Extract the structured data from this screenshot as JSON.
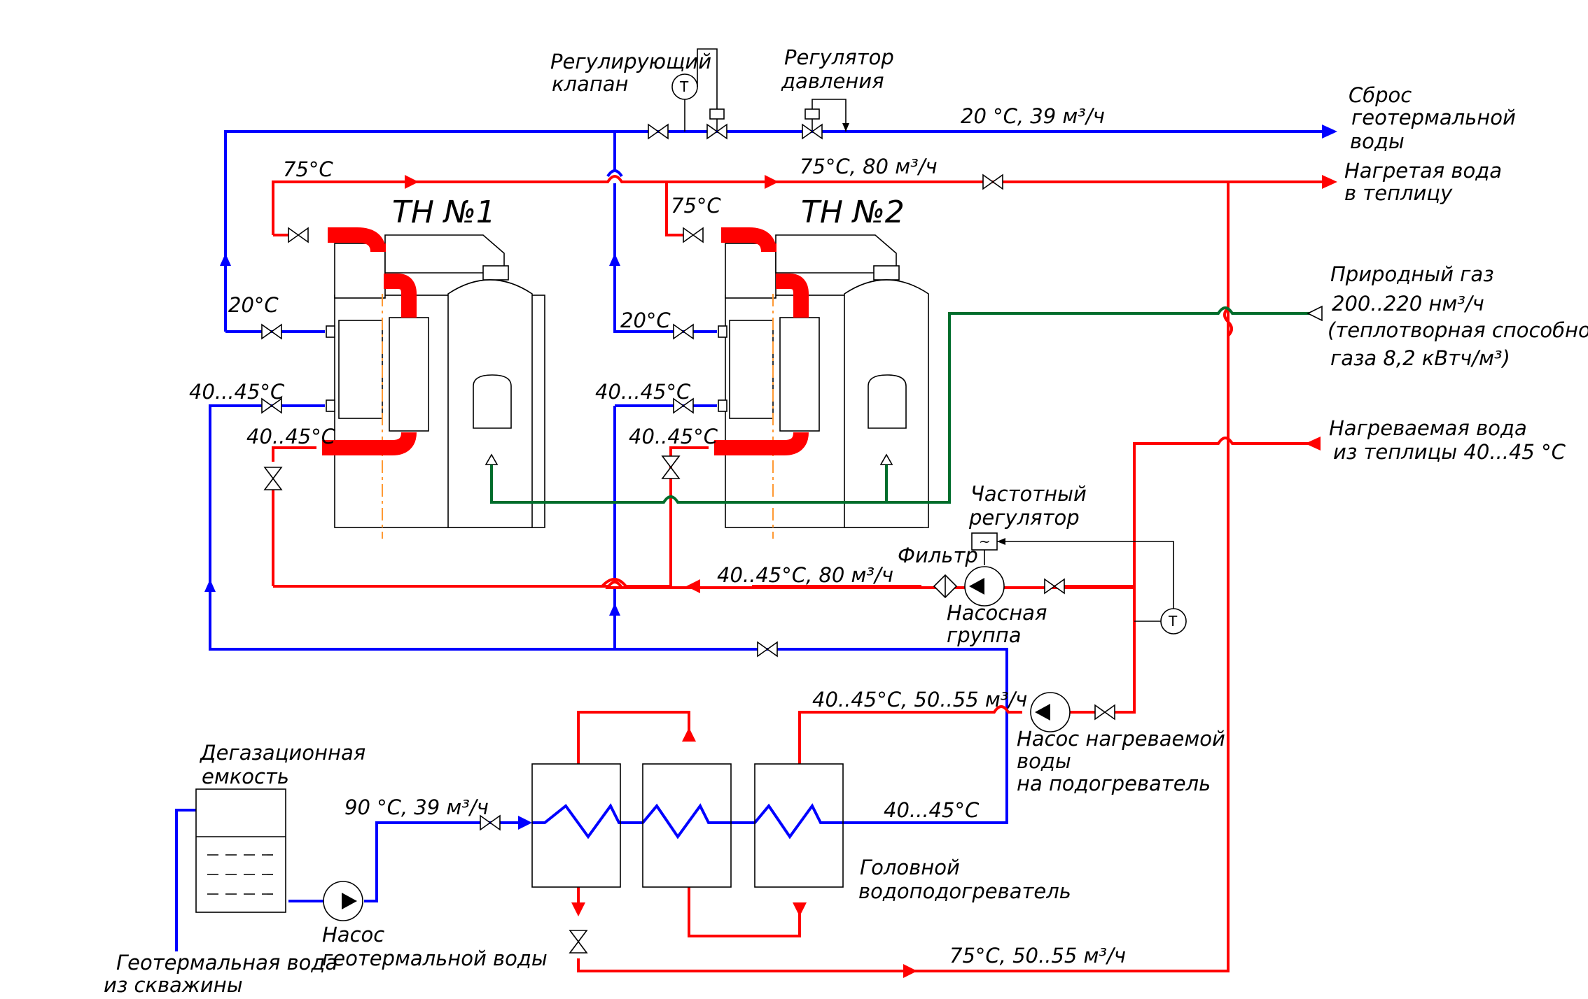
{
  "diagram": {
    "units": {
      "hp1": "ТН №1",
      "hp2": "ТН №2"
    },
    "labels": {
      "reg_valve": [
        "Регулирующий",
        "клапан"
      ],
      "press_reg": [
        "Регулятор",
        "давления"
      ],
      "geo_discharge_flow": "20 °С, 39 м³/ч",
      "geo_discharge": [
        "Сброс",
        "геотермальной",
        "воды"
      ],
      "hot_supply_flow": "75°С, 80 м³/ч",
      "hot_supply": [
        "Нагретая вода",
        "в теплицу"
      ],
      "gas": [
        "Природный газ",
        "200..220 нм³/ч",
        "(теплотворная способность",
        "газа 8,2 кВтч/м³)"
      ],
      "return_water": [
        "Нагреваемая вода",
        "из теплицы 40...45 °С"
      ],
      "vfd": [
        "Частотный",
        "регулятор"
      ],
      "filter": "Фильтр",
      "pump_group": [
        "Насосная",
        "группа"
      ],
      "return_flow": "40..45°С, 80 м³/ч",
      "heater_flow": "40..45°С, 50..55 м³/ч",
      "heater_pump": [
        "Насос нагреваемой",
        "воды",
        "на подогреватель"
      ],
      "degas": [
        "Дегазационная",
        "емкость"
      ],
      "geo_in_flow": "90 °С, 39 м³/ч",
      "geo_pump": [
        "Насос",
        "геотермальной воды"
      ],
      "geo_source": [
        "Геотермальная вода",
        "из скважины"
      ],
      "head_heater": [
        "Головной",
        "водоподогреватель"
      ],
      "heater_out_flow": "75°С, 50..55 м³/ч",
      "hx_out_temp": "40...45°С",
      "t75_1": "75°С",
      "t75_2": "75°С",
      "t20_1": "20°С",
      "t20_2": "20°С",
      "t4045_a1": "40...45°С",
      "t4045_b1": "40..45°С",
      "t4045_a2": "40...45°С",
      "t4045_b2": "40..45°С",
      "temp_sensor": "T",
      "vfd_symbol": "~"
    },
    "colors": {
      "geothermal": "#0000ff",
      "heated_water": "#ff0000",
      "gas": "#006d2c",
      "equipment": "#000000"
    }
  }
}
